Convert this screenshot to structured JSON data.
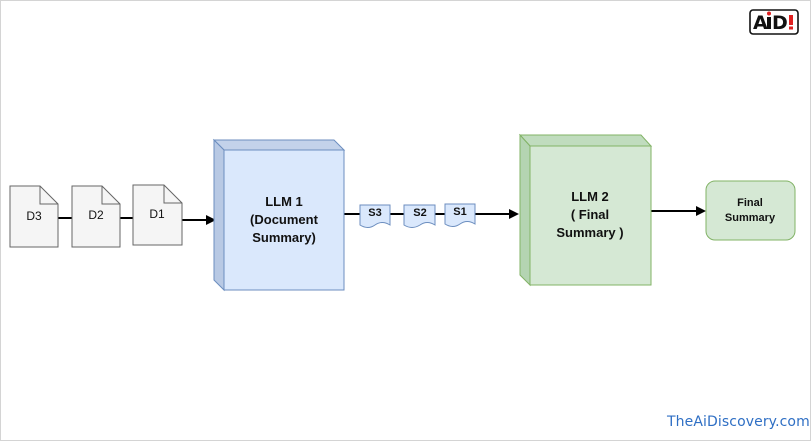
{
  "documents": [
    {
      "id": "d3",
      "label": "D3"
    },
    {
      "id": "d2",
      "label": "D2"
    },
    {
      "id": "d1",
      "label": "D1"
    }
  ],
  "llm1": {
    "lines": [
      "LLM 1",
      "(Document",
      "Summary)"
    ],
    "fill": "#dae8fc",
    "stroke": "#6c8ebf"
  },
  "summaries": [
    {
      "id": "s3",
      "label": "S3"
    },
    {
      "id": "s2",
      "label": "S2"
    },
    {
      "id": "s1",
      "label": "S1"
    }
  ],
  "llm2": {
    "lines": [
      "LLM 2",
      "( Final",
      "Summary )"
    ],
    "fill": "#d5e8d4",
    "stroke": "#82b366"
  },
  "final": {
    "lines": [
      "Final",
      "Summary"
    ]
  },
  "logo": {
    "text": "AiD!"
  },
  "footer": {
    "text": "TheAiDiscovery.com"
  }
}
